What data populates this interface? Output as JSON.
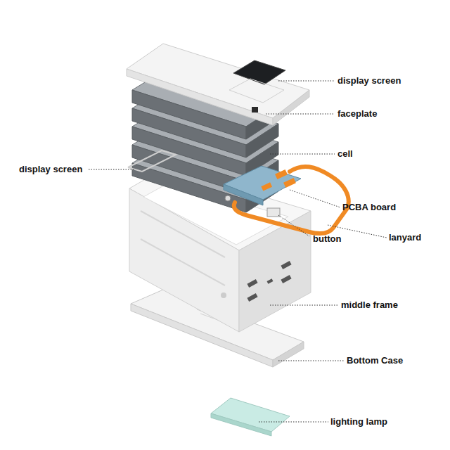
{
  "diagram": {
    "labels": [
      "display screen",
      "faceplate",
      "cell",
      "display screen",
      "PCBA board",
      "lanyard",
      "button",
      "middle frame",
      "Bottom Case",
      "lighting lamp"
    ]
  }
}
